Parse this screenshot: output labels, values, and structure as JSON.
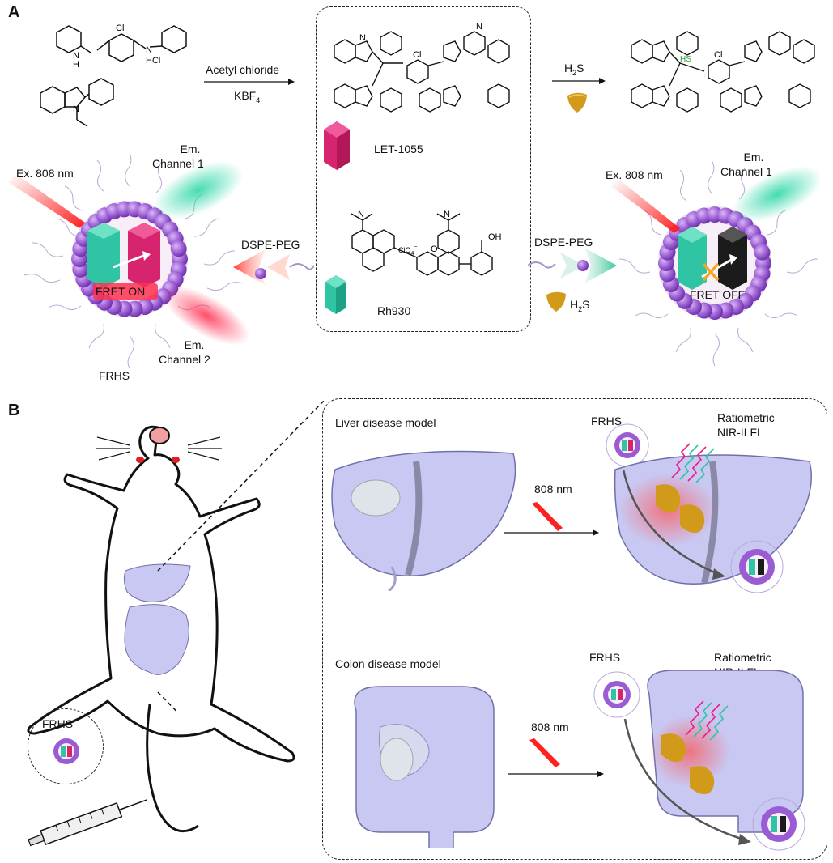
{
  "panel_a": {
    "label": "A",
    "reagent_top": "Acetyl chloride",
    "reagent_bottom": "KBF",
    "reagent_bottom_sub": "4",
    "h2s_top": "H",
    "h2s_top_sub": "2",
    "h2s_top_tail": "S",
    "hs_label": "HS",
    "chem_labels": {
      "nh": "N",
      "nh_h": "H",
      "hcl": "HCl",
      "n_plain": "N",
      "cl_top": "Cl",
      "n_plus": "N",
      "cl_mid": "Cl",
      "n_other": "N",
      "n_bottom": "N",
      "n_rh_left": "N",
      "n_rh_right": "N",
      "o_plus": "O",
      "clo4": "ClO",
      "clo4_sub": "4",
      "clo4_sup": "−",
      "cooh": "OH",
      "o_ring": "O",
      "cl_right": "Cl"
    },
    "let_label": "LET-1055",
    "rh_label": "Rh930",
    "left_particle": {
      "ex_label": "Ex. 808 nm",
      "em1_line1": "Em.",
      "em1_line2": "Channel 1",
      "em2_line1": "Em.",
      "em2_line2": "Channel 2",
      "fret_label": "FRET ON",
      "name": "FRHS"
    },
    "right_particle": {
      "ex_label": "Ex. 808 nm",
      "em1_line1": "Em.",
      "em1_line2": "Channel 1",
      "fret_label": "FRET OFF"
    },
    "dspe_left": "DSPE-PEG",
    "dspe_right": "DSPE-PEG",
    "h2s_right": "H",
    "h2s_right_sub": "2",
    "h2s_right_tail": "S"
  },
  "panel_b": {
    "label": "B",
    "syringe_label": "FRHS",
    "liver": {
      "title": "Liver disease model",
      "laser": "808 nm",
      "frhs": "FRHS",
      "fl_line1": "Ratiometric",
      "fl_line2": "NIR-II FL"
    },
    "colon": {
      "title": "Colon disease model",
      "laser": "808 nm",
      "frhs": "FRHS",
      "fl_line1": "Ratiometric",
      "fl_line2": "NIR-II FL"
    }
  },
  "colors": {
    "magenta": "#d6246e",
    "teal": "#2ec4a4",
    "purple_shell": "#9a5bd3",
    "laser_red": "#ff3030",
    "organ": "#c9c8f2",
    "h2s_gold": "#d19a1a"
  }
}
